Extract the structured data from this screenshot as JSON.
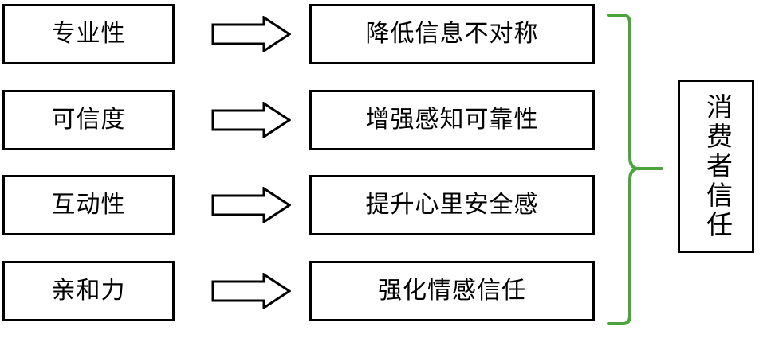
{
  "diagram": {
    "type": "flow-diagram",
    "accent_color": "#4CA53C",
    "line_color": "#000000",
    "background_color": "#FFFFFF",
    "rows": [
      {
        "antecedent": "专业性",
        "connector": "arrow-right",
        "outcome": "降低信息不对称"
      },
      {
        "antecedent": "可信度",
        "connector": "arrow-right",
        "outcome": "增强感知可靠性"
      },
      {
        "antecedent": "互动性",
        "connector": "arrow-right",
        "outcome": "提升心里安全感"
      },
      {
        "antecedent": "亲和力",
        "connector": "arrow-right",
        "outcome": "强化情感信任"
      }
    ],
    "brace": {
      "name": "right-curly-brace",
      "color": "#4CA53C"
    },
    "result": {
      "label": "消费者信任",
      "orientation": "vertical"
    }
  }
}
